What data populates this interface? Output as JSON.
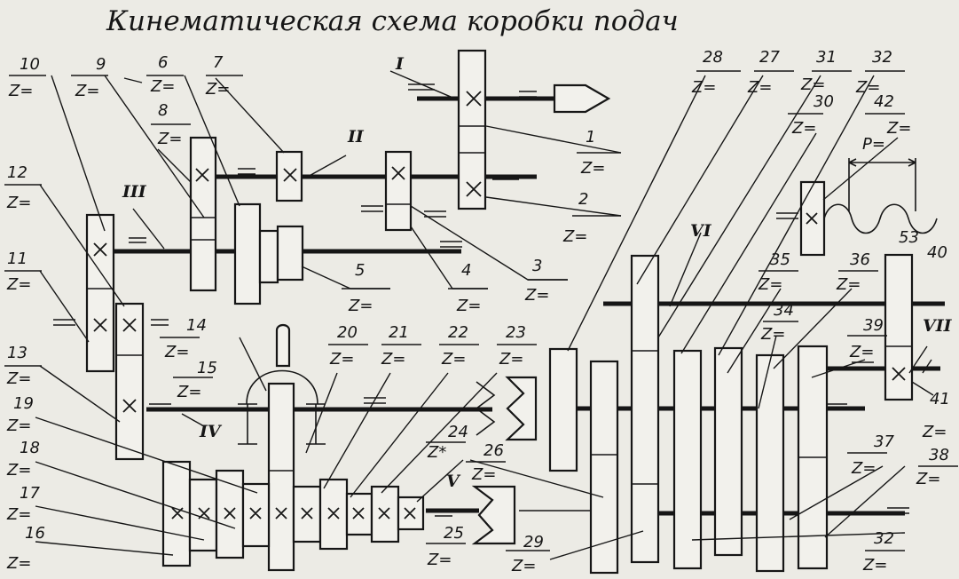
{
  "title": "Кинематическая схема коробки подач",
  "shaft_labels": [
    "I",
    "II",
    "III",
    "IV",
    "V",
    "VI",
    "VII"
  ],
  "gear_labels": {
    "g1": "1",
    "g2": "2",
    "g3": "3",
    "g4": "4",
    "g5": "5",
    "g6": "6",
    "g7": "7",
    "g8": "8",
    "g9": "9",
    "g10": "10",
    "g11": "11",
    "g12": "12",
    "g13": "13",
    "g14": "14",
    "g15": "15",
    "g16": "16",
    "g17": "17",
    "g18": "18",
    "g19": "19",
    "g20": "20",
    "g21": "21",
    "g22": "22",
    "g23": "23",
    "g24": "24",
    "g25": "25",
    "g26": "26",
    "g27": "27",
    "g28": "28",
    "g29": "29",
    "g30": "30",
    "g31": "31",
    "g32": "32",
    "g34": "34",
    "g35": "35",
    "g36": "36",
    "g37": "37",
    "g38": "38",
    "g39": "39",
    "g40": "40",
    "g41": "41",
    "g42": "42",
    "g53": "53"
  },
  "z_label": "Z=",
  "z_star_label": "Z*",
  "pitch_label": "P="
}
